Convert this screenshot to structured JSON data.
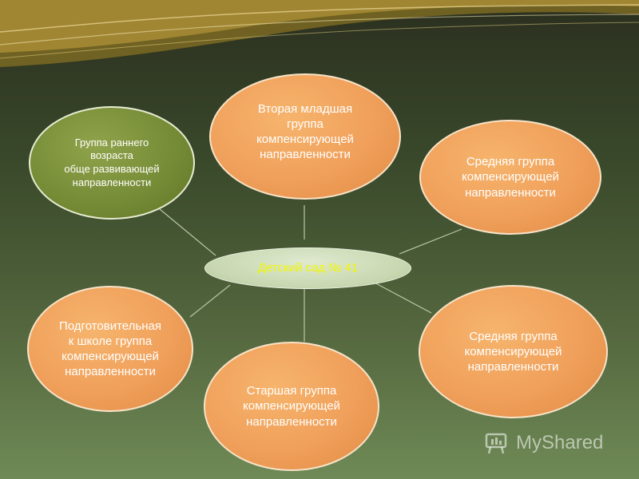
{
  "center": {
    "label": "Детский сад № 41"
  },
  "nodes": [
    {
      "id": "early",
      "label": "Группа раннего\nвозраста\nобще развивающей\nнаправленности"
    },
    {
      "id": "second-junior",
      "label": "Вторая младшая\nгруппа\nкомпенсирующей\nнаправленности"
    },
    {
      "id": "middle-1",
      "label": "Средняя группа\nкомпенсирующей\nнаправленности"
    },
    {
      "id": "preparatory",
      "label": "Подготовительная\nк школе группа\nкомпенсирующей\nнаправленности"
    },
    {
      "id": "senior",
      "label": "Старшая группа\nкомпенсирующей\nнаправленности"
    },
    {
      "id": "middle-2",
      "label": "Средняя группа\nкомпенсирующей\nнаправленности"
    }
  ],
  "watermark": {
    "text": "MyShared"
  },
  "colors": {
    "node_fill": "#f0a05b",
    "early_fill": "#758a35",
    "center_fill": "#c8d8b1",
    "center_text": "#f3f700",
    "connector": "#b9c6a5"
  }
}
